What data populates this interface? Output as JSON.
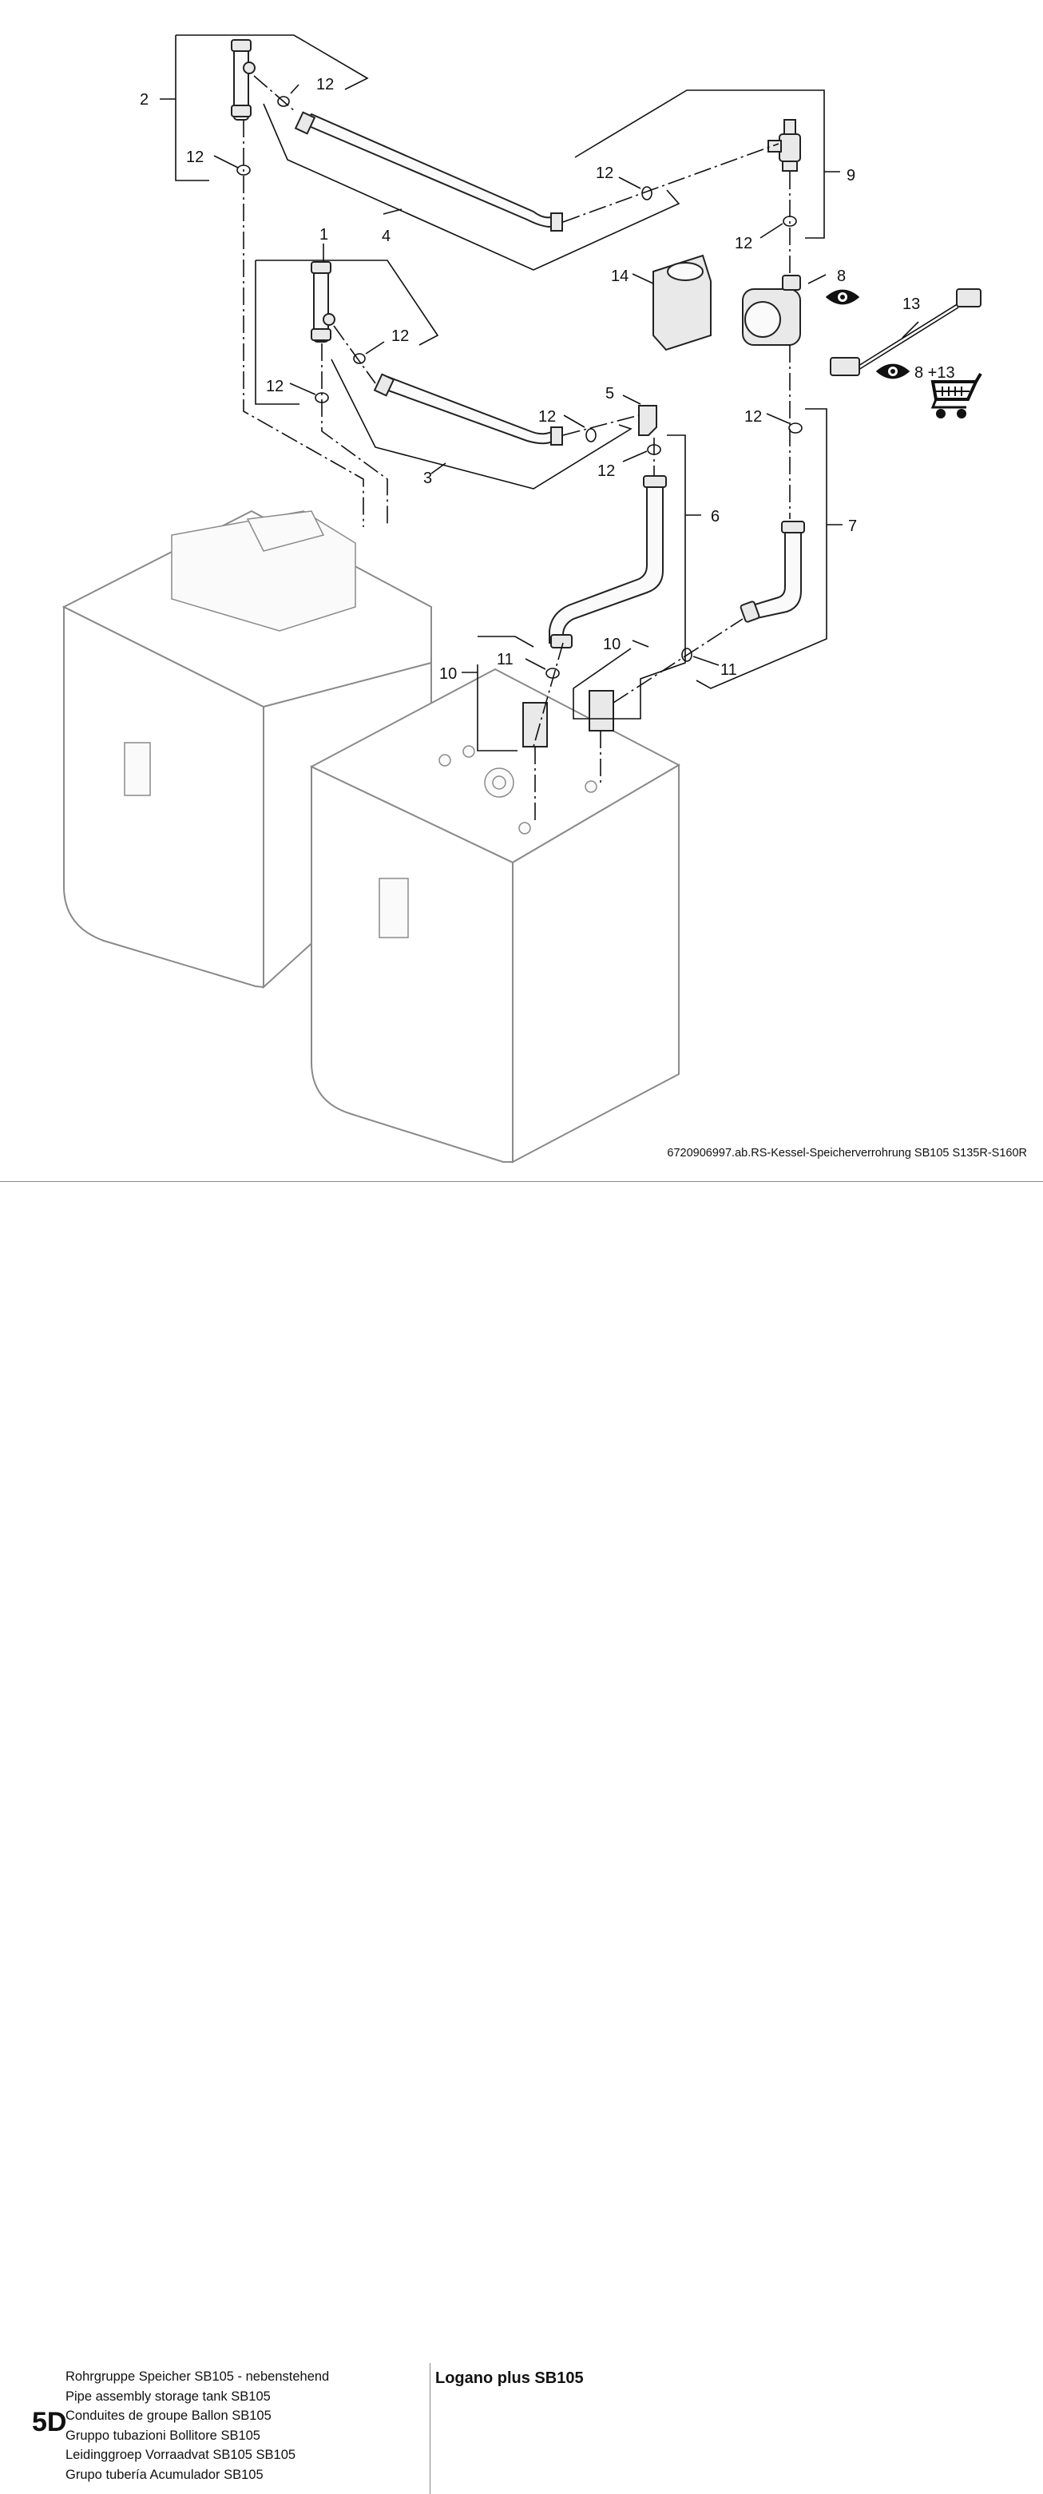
{
  "labels": {
    "l1": "1",
    "l2": "2",
    "l3": "3",
    "l4": "4",
    "l5": "5",
    "l6": "6",
    "l7": "7",
    "l8": "8",
    "l9": "9",
    "l10": "10",
    "l11": "11",
    "l12": "12",
    "l13": "13",
    "l14": "14",
    "spare": "8 +13"
  },
  "caption": "6720906997.ab.RS-Kessel-Speicherverrohrung SB105 S135R-S160R",
  "footer": {
    "code": "5D",
    "titles": [
      "Rohrgruppe Speicher SB105 - nebenstehend",
      "Pipe assembly storage tank SB105",
      "Conduites de groupe Ballon SB105",
      "Gruppo tubazioni Bollitore SB105",
      "Leidinggroep Vorraadvat SB105 SB105",
      "Grupo tubería Acumulador SB105"
    ],
    "product": "Logano plus SB105"
  },
  "icons": [
    "eye-icon",
    "shopping-cart-icon"
  ],
  "colors": {
    "line": "#111111",
    "appliance": "#8a8a8a"
  }
}
